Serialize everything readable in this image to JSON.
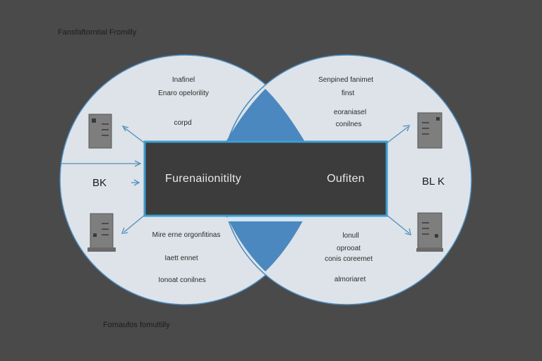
{
  "header": {
    "title": "Fansfaftorntial Fromilly"
  },
  "footer": {
    "caption": "Fomaufos fomultilly"
  },
  "band": {
    "left_label": "Furenaiionitilty",
    "right_label": "Oufiten"
  },
  "side": {
    "left_label": "BK",
    "right_label": "BL K"
  },
  "left_circle": {
    "top_texts": [
      "Inafinel",
      "Enaro opelorility",
      "corpd"
    ],
    "bottom_texts": [
      "Mire erne orgonfitinas",
      "Iaett ennet",
      "Ionoat conilnes"
    ]
  },
  "right_circle": {
    "top_texts": [
      "Senpined fanimet",
      "finst",
      "eoraniasel",
      "conilnes"
    ],
    "bottom_texts": [
      "lonull",
      "oprooat",
      "conis coreemet",
      "almoriaret"
    ]
  },
  "colors": {
    "background": "#4a4a4a",
    "circle_fill": "#dde3e8",
    "circle_stroke": "#4a8ac0",
    "band_fill": "#3c3c3c",
    "band_stroke": "#3d9dd0",
    "lens": "#4b88bf",
    "arrow": "#4f8fbf"
  },
  "icons": [
    "server-icon"
  ]
}
